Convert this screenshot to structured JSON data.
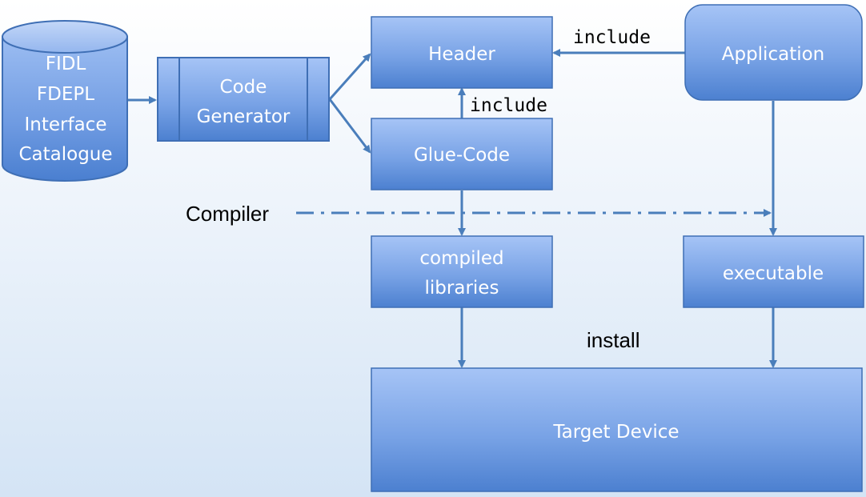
{
  "nodes": {
    "catalogue": {
      "line1": "FIDL",
      "line2": "FDEPL",
      "line3": "Interface",
      "line4": "Catalogue"
    },
    "code_generator": {
      "line1": "Code",
      "line2": "Generator"
    },
    "header": {
      "label": "Header"
    },
    "glue_code": {
      "label": "Glue-Code"
    },
    "application": {
      "label": "Application"
    },
    "compiled_libraries": {
      "line1": "compiled",
      "line2": "libraries"
    },
    "executable": {
      "label": "executable"
    },
    "target_device": {
      "label": "Target Device"
    }
  },
  "edge_labels": {
    "include_app_header": "include",
    "include_glue_header": "include",
    "compiler": "Compiler",
    "install": "install"
  },
  "colors": {
    "box_top": "#a4c2f4",
    "box_bottom": "#4a7fd0",
    "arrow": "#4a7ebb"
  }
}
